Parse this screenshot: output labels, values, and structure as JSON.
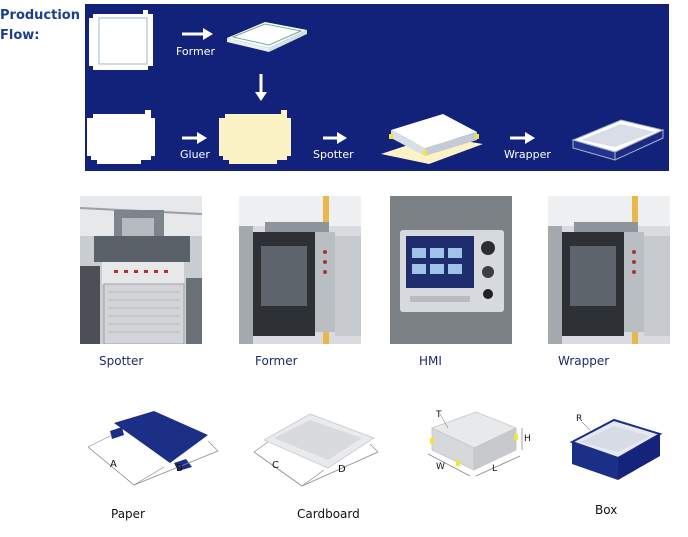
{
  "heading": {
    "line1": "Production",
    "line2": "Flow:"
  },
  "flow": {
    "steps": [
      "Former",
      "Gluer",
      "Spotter",
      "Wrapper"
    ]
  },
  "machines": [
    {
      "caption": "Spotter"
    },
    {
      "caption": "Former"
    },
    {
      "caption": "HMI"
    },
    {
      "caption": "Wrapper"
    }
  ],
  "specs": [
    {
      "caption": "Paper",
      "dims": [
        "A",
        "B"
      ]
    },
    {
      "caption": "Cardboard",
      "dims": [
        "C",
        "D"
      ]
    },
    {
      "caption": "",
      "dims": [
        "T",
        "H",
        "W",
        "L"
      ]
    },
    {
      "caption": "Box",
      "dims": [
        "R"
      ]
    }
  ],
  "colors": {
    "flow_bg": "#12217a",
    "heading": "#1a3f8f",
    "paper_blue": "#1c2f86",
    "cream": "#fbf3c6"
  }
}
